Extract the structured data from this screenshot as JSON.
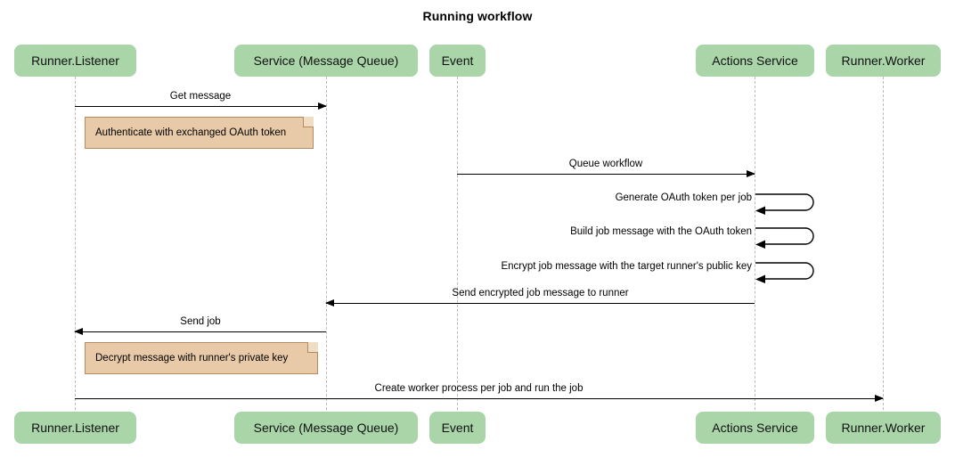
{
  "diagram": {
    "title": "Running workflow",
    "colors": {
      "participant_fill": "#a9d5a9",
      "note_fill": "#e8caa8",
      "note_border": "#b58a5e",
      "lifeline": "#b9b9b9",
      "arrow": "#000000"
    }
  },
  "participants": [
    {
      "id": "runner-listener",
      "label": "Runner.Listener"
    },
    {
      "id": "service-mq",
      "label": "Service (Message Queue)"
    },
    {
      "id": "event",
      "label": "Event"
    },
    {
      "id": "actions-service",
      "label": "Actions Service"
    },
    {
      "id": "runner-worker",
      "label": "Runner.Worker"
    }
  ],
  "messages": [
    {
      "id": "get-message",
      "label": "Get message",
      "from": "runner-listener",
      "to": "service-mq",
      "direction": "right"
    },
    {
      "id": "queue-workflow",
      "label": "Queue workflow",
      "from": "event",
      "to": "actions-service",
      "direction": "right"
    },
    {
      "id": "send-encrypted",
      "label": "Send encrypted job message to runner",
      "from": "actions-service",
      "to": "service-mq",
      "direction": "left"
    },
    {
      "id": "send-job",
      "label": "Send job",
      "from": "service-mq",
      "to": "runner-listener",
      "direction": "left"
    },
    {
      "id": "create-worker",
      "label": "Create worker process per job and run the job",
      "from": "runner-listener",
      "to": "runner-worker",
      "direction": "right"
    }
  ],
  "self_calls": [
    {
      "id": "generate-token",
      "label": "Generate OAuth token per job",
      "on": "actions-service"
    },
    {
      "id": "build-message",
      "label": "Build job message with the OAuth token",
      "on": "actions-service"
    },
    {
      "id": "encrypt-message",
      "label": "Encrypt job message with the target runner's public key",
      "on": "actions-service"
    }
  ],
  "notes": [
    {
      "id": "note-authenticate",
      "label": "Authenticate with exchanged OAuth token"
    },
    {
      "id": "note-decrypt",
      "label": "Decrypt message with runner's private key"
    }
  ]
}
